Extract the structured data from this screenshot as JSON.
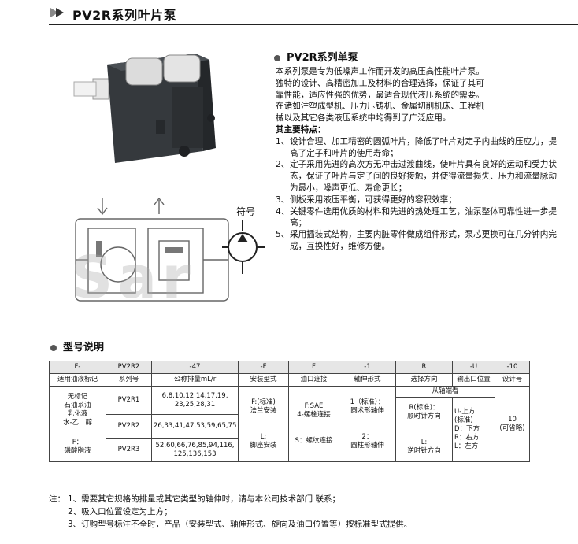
{
  "header": {
    "title": "PV2R系列叶片泵"
  },
  "series": {
    "title": "PV2R系列单泵",
    "intro": [
      "本系列泵是专为低噪声工作而开发的高压高性能叶片泵。",
      "独特的设计、高精密加工及材料的合理选择，保证了其可",
      "靠性能，适应性强的优势，最适合现代液压系统的需要。",
      "在诸如注塑成型机、压力压铸机、金属切削机床、工程机",
      "械以及其它各类液压系统中均得到了广泛应用。"
    ],
    "features_head": "其主要特点：",
    "features": [
      {
        "num": "1、",
        "text": "设计合理、加工精密的圆弧叶片，降低了叶片对定子内曲线的压应力，提高了定子和叶片的使用寿命；"
      },
      {
        "num": "2、",
        "text": "定子采用先进的高次方无冲击过渡曲线，使叶片具有良好的运动和受力状态，保证了叶片与定子间的良好接触，并使得流量损失、压力和流量脉动为最小，噪声更低、寿命更长；"
      },
      {
        "num": "3、",
        "text": "侧板采用液压平衡，可获得更好的容积效率；"
      },
      {
        "num": "4、",
        "text": "关键零件选用优质的材料和先进的热处理工艺，油泵整体可靠性进一步提高；"
      },
      {
        "num": "5、",
        "text": "采用插装式结构，主要内脏零件做成组件形式，泵芯更换可在几分钟内完成，互换性好，维修方便。"
      }
    ]
  },
  "symbol_label": "符号",
  "watermark": "Sar",
  "model_section": {
    "title": "型号说明"
  },
  "table": {
    "codes": [
      "F-",
      "PV2R2",
      "-47",
      "-F",
      "F",
      "-1",
      "R",
      "-U",
      "-10"
    ],
    "headers": [
      "适用油液标记",
      "系列号",
      "公称排量mL/r",
      "安装型式",
      "油口连接",
      "轴伸形式",
      "选择方向",
      "输出口位置",
      "设计号"
    ],
    "fluid": [
      "无标记",
      "石油系油",
      "乳化液",
      "水-乙二醇",
      "F：",
      "磷酸脂液"
    ],
    "series_rows": [
      "PV2R1",
      "PV2R2",
      "PV2R3"
    ],
    "displacement_rows": [
      "6,8,10,12,14,17,19,\n23,25,28,31",
      "26,33,41,47,53,59,65,75",
      "52,60,66,76,85,94,116,\n125,136,153"
    ],
    "mount": [
      "F:(标准)",
      "法兰安装",
      "L:",
      "脚座安装"
    ],
    "port": [
      "F:SAE",
      "4-螺栓连接",
      "S：螺纹连接"
    ],
    "shaft": [
      "1（标准）：",
      "圆术形轴伸",
      "2：",
      "圆柱形轴伸"
    ],
    "direction_header": "从轴端看",
    "direction": [
      "R(标准)：",
      "顺时针方向",
      "L:",
      "逆时针方向"
    ],
    "outlet": [
      "U-上方",
      "(标准)",
      "D：下方",
      "R：右方",
      "L：左方"
    ],
    "design": [
      "10",
      "(可省略)"
    ]
  },
  "notes": [
    {
      "label": "注：",
      "text": "1、需要其它规格的排量或其它类型的轴伸时，请与本公司技术部门 联系；"
    },
    {
      "label": "",
      "text": "2、吸入口位置设定为上方；"
    },
    {
      "label": "",
      "text": "3、订购型号标注不全时，产品（安装型式、轴伸形式、旋向及油口位置等）按标准型式提供。"
    }
  ],
  "colors": {
    "pump_body": "#3a3e42",
    "cover": "#d9dadb",
    "grid": "#444444"
  }
}
